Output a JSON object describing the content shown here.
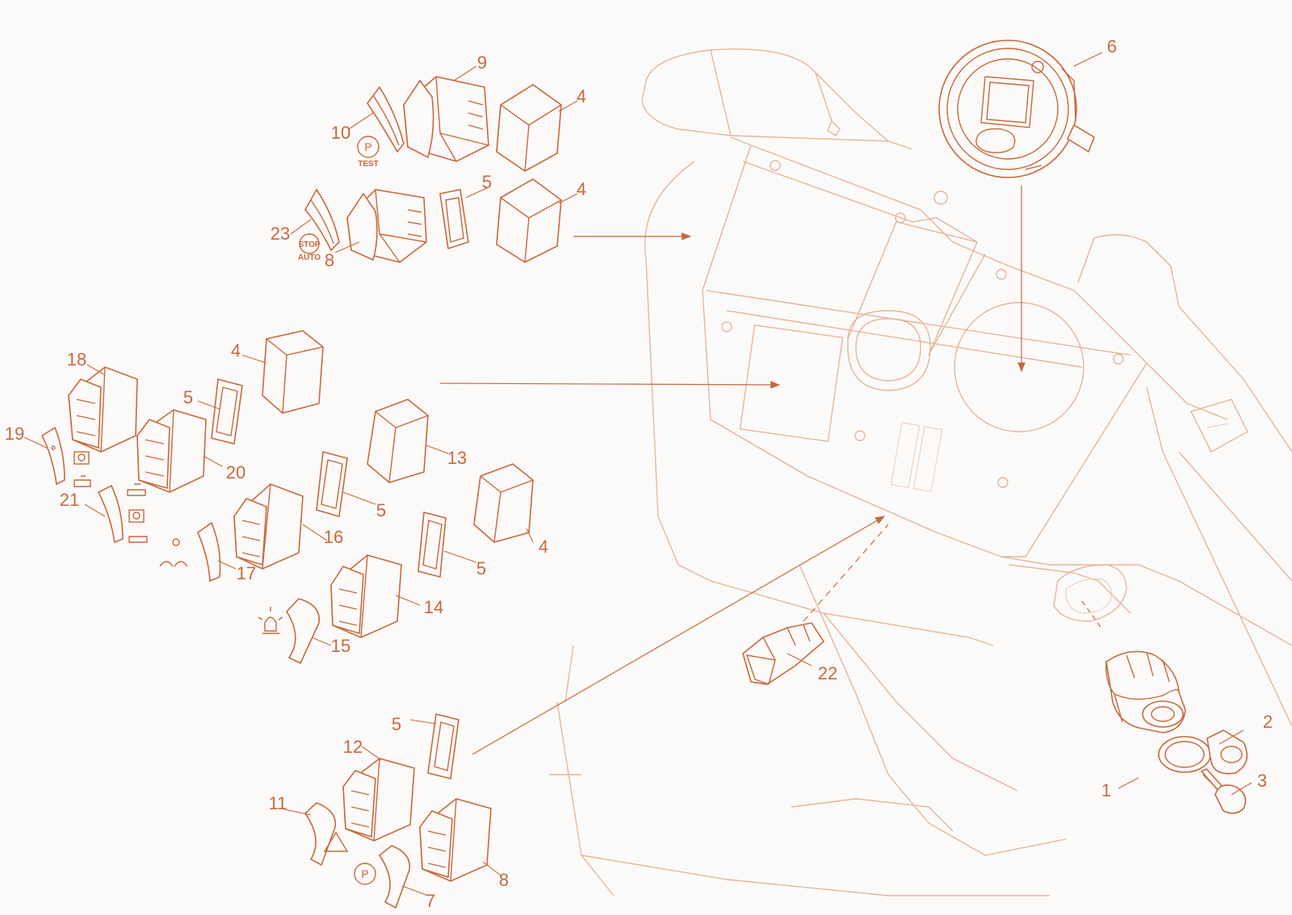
{
  "symbols": {
    "parking_test_top": "P",
    "test_label": "TEST",
    "stop_label": "STOP",
    "auto_label": "AUTO",
    "parking_bottom": "P"
  },
  "callouts": [
    {
      "id": "c1",
      "label": "1"
    },
    {
      "id": "c2",
      "label": "2"
    },
    {
      "id": "c3",
      "label": "3"
    },
    {
      "id": "c4a",
      "label": "4"
    },
    {
      "id": "c4b",
      "label": "4"
    },
    {
      "id": "c4c",
      "label": "4"
    },
    {
      "id": "c4d",
      "label": "4"
    },
    {
      "id": "c5a",
      "label": "5"
    },
    {
      "id": "c5b",
      "label": "5"
    },
    {
      "id": "c5c",
      "label": "5"
    },
    {
      "id": "c5d",
      "label": "5"
    },
    {
      "id": "c5e",
      "label": "5"
    },
    {
      "id": "c6",
      "label": "6"
    },
    {
      "id": "c7",
      "label": "7"
    },
    {
      "id": "c8a",
      "label": "8"
    },
    {
      "id": "c8b",
      "label": "8"
    },
    {
      "id": "c9",
      "label": "9"
    },
    {
      "id": "c10",
      "label": "10"
    },
    {
      "id": "c11",
      "label": "11"
    },
    {
      "id": "c12",
      "label": "12"
    },
    {
      "id": "c13",
      "label": "13"
    },
    {
      "id": "c14",
      "label": "14"
    },
    {
      "id": "c15",
      "label": "15"
    },
    {
      "id": "c16",
      "label": "16"
    },
    {
      "id": "c17",
      "label": "17"
    },
    {
      "id": "c18",
      "label": "18"
    },
    {
      "id": "c19",
      "label": "19"
    },
    {
      "id": "c20",
      "label": "20"
    },
    {
      "id": "c21",
      "label": "21"
    },
    {
      "id": "c22",
      "label": "22"
    },
    {
      "id": "c23",
      "label": "23"
    }
  ]
}
